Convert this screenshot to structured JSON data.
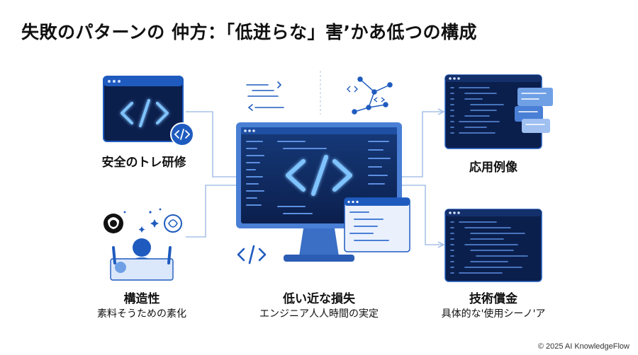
{
  "title": "失敗のパターンの 仲方：「低迸らな」害’かあ低つの構成",
  "nodes": {
    "top_left": {
      "label": "安全のトレ研修",
      "icon": "code-window-icon"
    },
    "bottom_left": {
      "label": "構造性",
      "sublabel": "素料そうための素化",
      "icon": "developer-person-icon"
    },
    "center": {
      "label": "低い近な損失",
      "sublabel": "エンジニア人人時間の実定",
      "icon": "monitor-code-icon"
    },
    "top_right": {
      "label": "応用例像",
      "icon": "code-editor-icon"
    },
    "bottom_right": {
      "label": "技術償金",
      "sublabel": "具体的な'使用シーノ'ア",
      "icon": "code-editor-icon"
    }
  },
  "footer": "© 2025 AI KnowledgeFlow",
  "colors": {
    "navy": "#0f2a5e",
    "deep": "#0b1f4d",
    "blue": "#1f5bbf",
    "light_blue": "#6fa0e6",
    "pale_blue": "#dbe7fb",
    "glow": "#7fc3ff",
    "connector": "#a9c2e8"
  }
}
